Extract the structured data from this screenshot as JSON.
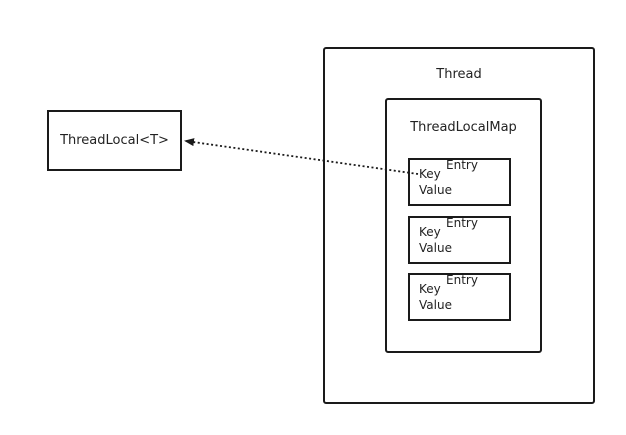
{
  "threadlocal": {
    "label": "ThreadLocal<T>"
  },
  "thread": {
    "label": "Thread"
  },
  "map": {
    "label": "ThreadLocalMap"
  },
  "entries": [
    {
      "title": "Entry",
      "key": "Key",
      "value": "Value"
    },
    {
      "title": "Entry",
      "key": "Key",
      "value": "Value"
    },
    {
      "title": "Entry",
      "key": "Key",
      "value": "Value"
    }
  ],
  "colors": {
    "stroke": "#1a1a1a",
    "background": "#ffffff"
  }
}
